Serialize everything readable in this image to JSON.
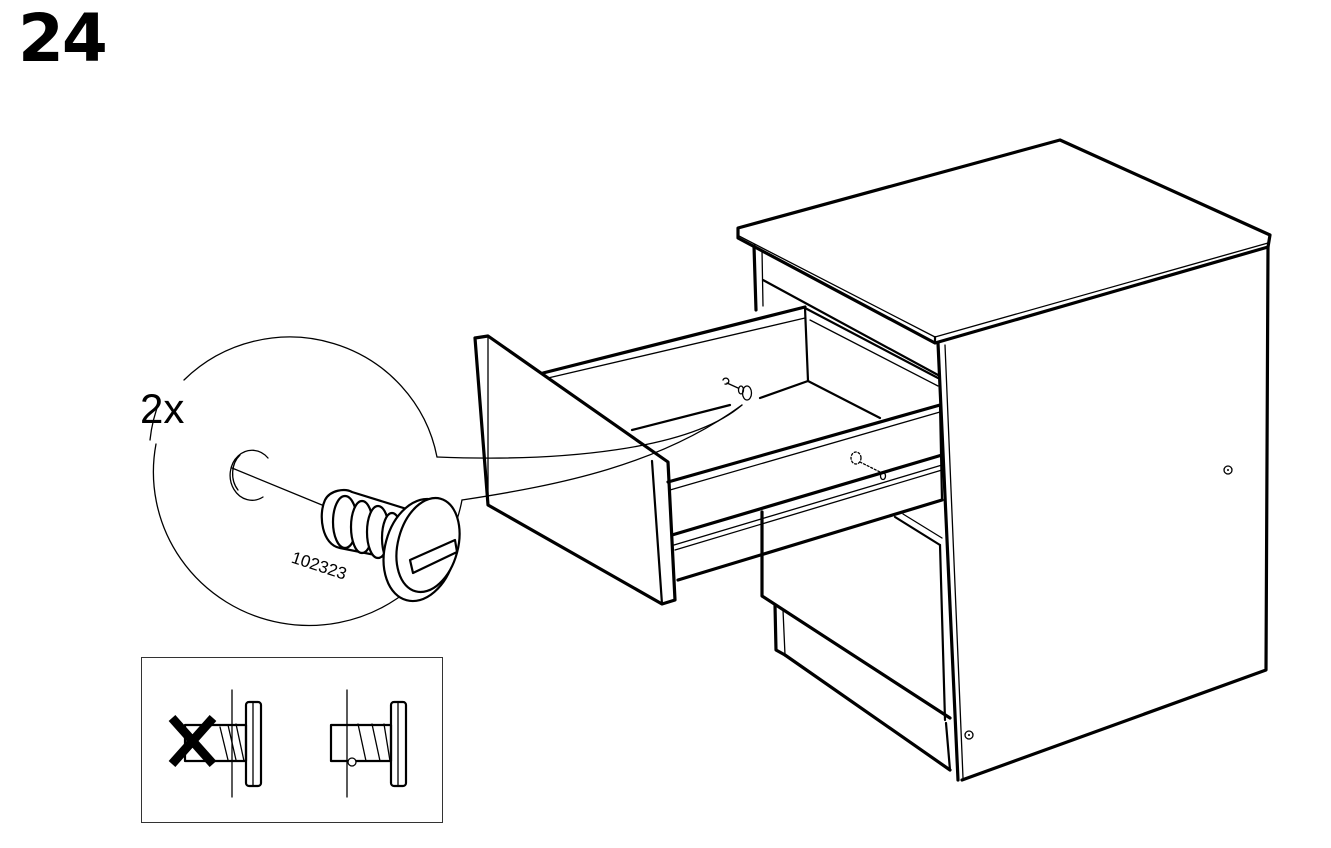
{
  "page": {
    "step_number": "24",
    "type": "assembly-instruction"
  },
  "detail_callout": {
    "quantity_label": "2x",
    "part_number": "102323",
    "part_icon": "screw-icon"
  },
  "orientation_hint": {
    "wrong": {
      "icon": "cross-icon",
      "description": "screw inserted incorrectly"
    },
    "correct": {
      "description": "screw inserted correctly"
    }
  },
  "illustration": {
    "subject": "chest-of-drawers-icon",
    "drawer_state": "open",
    "screw_holes_visible": 2,
    "colors": {
      "line": "#000000",
      "background": "#ffffff"
    }
  }
}
